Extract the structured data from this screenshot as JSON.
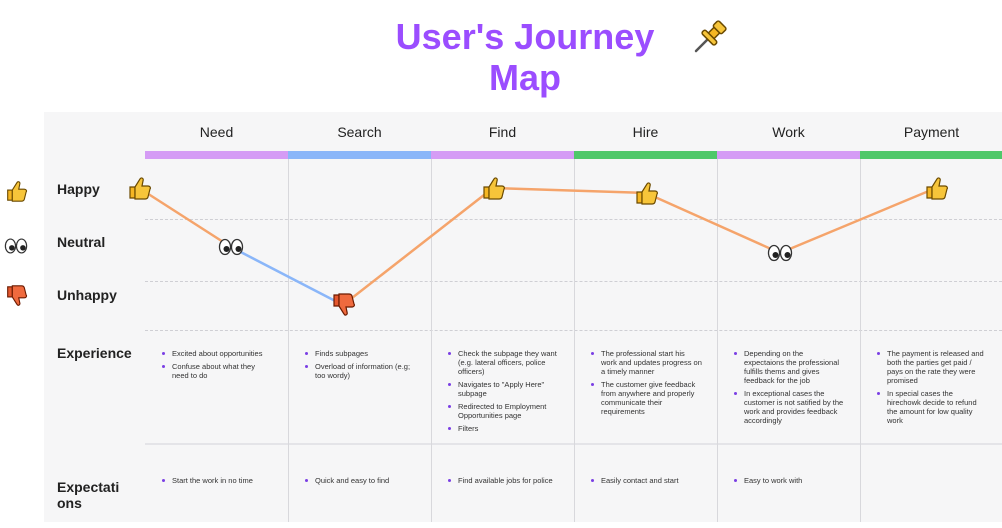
{
  "title": {
    "line1": "User's Journey",
    "line2": "Map"
  },
  "stages": [
    {
      "label": "Need",
      "color": "#d59cf5"
    },
    {
      "label": "Search",
      "color": "#8ab6f9"
    },
    {
      "label": "Find",
      "color": "#d59cf5"
    },
    {
      "label": "Hire",
      "color": "#4fc86a"
    },
    {
      "label": "Work",
      "color": "#d59cf5"
    },
    {
      "label": "Payment",
      "color": "#4fc86a"
    }
  ],
  "rows": {
    "happy": "Happy",
    "neutral": "Neutral",
    "unhappy": "Unhappy",
    "experience": "Experience",
    "expectations_line1": "Expectati",
    "expectations_line2": "ons"
  },
  "journey": {
    "moods": [
      "happy",
      "neutral",
      "unhappy",
      "happy",
      "happy",
      "neutral",
      "happy"
    ],
    "line_colors": [
      "#f5a46b",
      "#8ab6f9",
      "#f5a46b",
      "#f5a46b",
      "#f5a46b",
      "#f5a46b"
    ],
    "icons": [
      "thumbs-up-icon",
      "eyes-icon",
      "thumbs-down-icon",
      "thumbs-up-icon",
      "thumbs-up-icon",
      "eyes-icon",
      "thumbs-up-icon"
    ]
  },
  "experience": [
    [
      "Excited about opportunities",
      "Confuse about what they need to do"
    ],
    [
      "Finds subpages",
      "Overload of information (e.g; too wordy)"
    ],
    [
      "Check the subpage they want (e.g. lateral officers, police officers)",
      "Navigates to \"Apply Here\" subpage",
      "Redirected to Employment Opportunities page",
      "Filters"
    ],
    [
      "The professional start his work and updates progress on a timely manner",
      "The customer give feedback from anywhere and properly communicate their requirements"
    ],
    [
      "Depending on the expectaions the professional fulfills thems and gives feedback for the job",
      "In exceptional cases the customer is not satified by the work and provides feedback accordingly"
    ],
    [
      "The payment is released and both the parties get paid / pays on the rate they were promised",
      "In special cases the hirechowk decide to refund the amount for low quality work"
    ]
  ],
  "expectations": [
    [
      "Start the work in no time"
    ],
    [
      "Quick and easy to find"
    ],
    [
      "Find available jobs for police"
    ],
    [
      "Easily contact and start"
    ],
    [
      "Easy to work with"
    ],
    []
  ]
}
